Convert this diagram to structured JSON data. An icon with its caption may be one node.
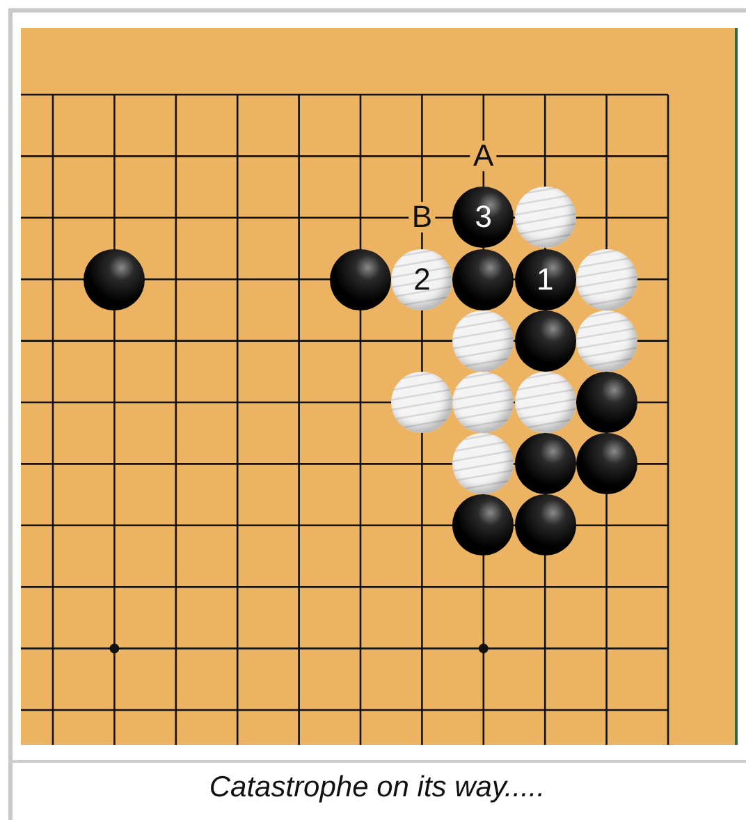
{
  "diagram": {
    "caption": "Catastrophe on its way.....",
    "nodes": [
      {
        "text": [
          "3"
        ]
      },
      {
        "text": [],
        "shape": "circle"
      },
      {
        "text": [],
        "shape": "circle"
      },
      {
        "text": [],
        "shape": "circle"
      },
      {
        "text": [
          "2"
        ]
      },
      {
        "text": [],
        "shape": "circle"
      },
      {
        "text": [
          "1"
        ]
      },
      {
        "text": [],
        "shape": "circle"
      },
      {
        "text": [],
        "shape": "circle"
      },
      {
        "text": [],
        "shape": "circle"
      },
      {
        "text": [],
        "shape": "circle"
      },
      {
        "text": [],
        "shape": "circle"
      },
      {
        "text": [],
        "shape": "circle"
      },
      {
        "text": [],
        "shape": "circle"
      },
      {
        "text": [],
        "shape": "circle"
      },
      {
        "text": [],
        "shape": "circle"
      },
      {
        "text": [],
        "shape": "circle"
      },
      {
        "text": [],
        "shape": "circle"
      },
      {
        "text": [],
        "shape": "circle"
      },
      {
        "text": [],
        "shape": "circle"
      }
    ],
    "labels": [
      "A",
      "B"
    ]
  }
}
